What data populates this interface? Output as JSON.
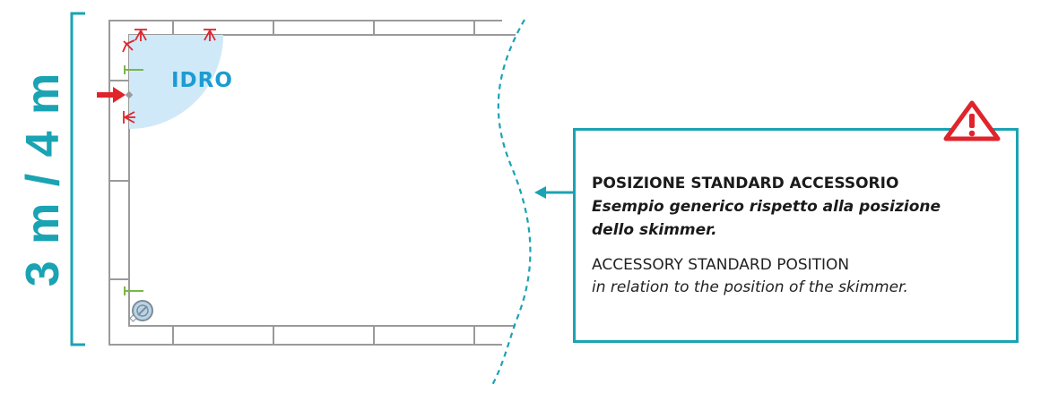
{
  "dimension_label": "3 m / 4 m",
  "zone_label": "IDRO",
  "info": {
    "title_it": "POSIZIONE STANDARD ACCESSORIO",
    "subtitle_it_line1": "Esempio generico rispetto alla posizione",
    "subtitle_it_line2": "dello skimmer.",
    "title_en": "ACCESSORY STANDARD POSITION",
    "subtitle_en": "in relation to the position of the skimmer."
  },
  "colors": {
    "teal": "#1aa3b3",
    "zone_fill": "#cfe9f8",
    "zone_text": "#1b9cd2",
    "jet_red": "#e0242b",
    "marker_green": "#7ab648",
    "outline_grey": "#9a9a9a",
    "warning_red": "#e0242b"
  },
  "icons": {
    "warning": "warning-triangle-icon",
    "inlet_arrow": "red-arrow-right-icon",
    "skimmer": "skimmer-icon",
    "pointer_arrow": "teal-arrow-left-icon"
  }
}
